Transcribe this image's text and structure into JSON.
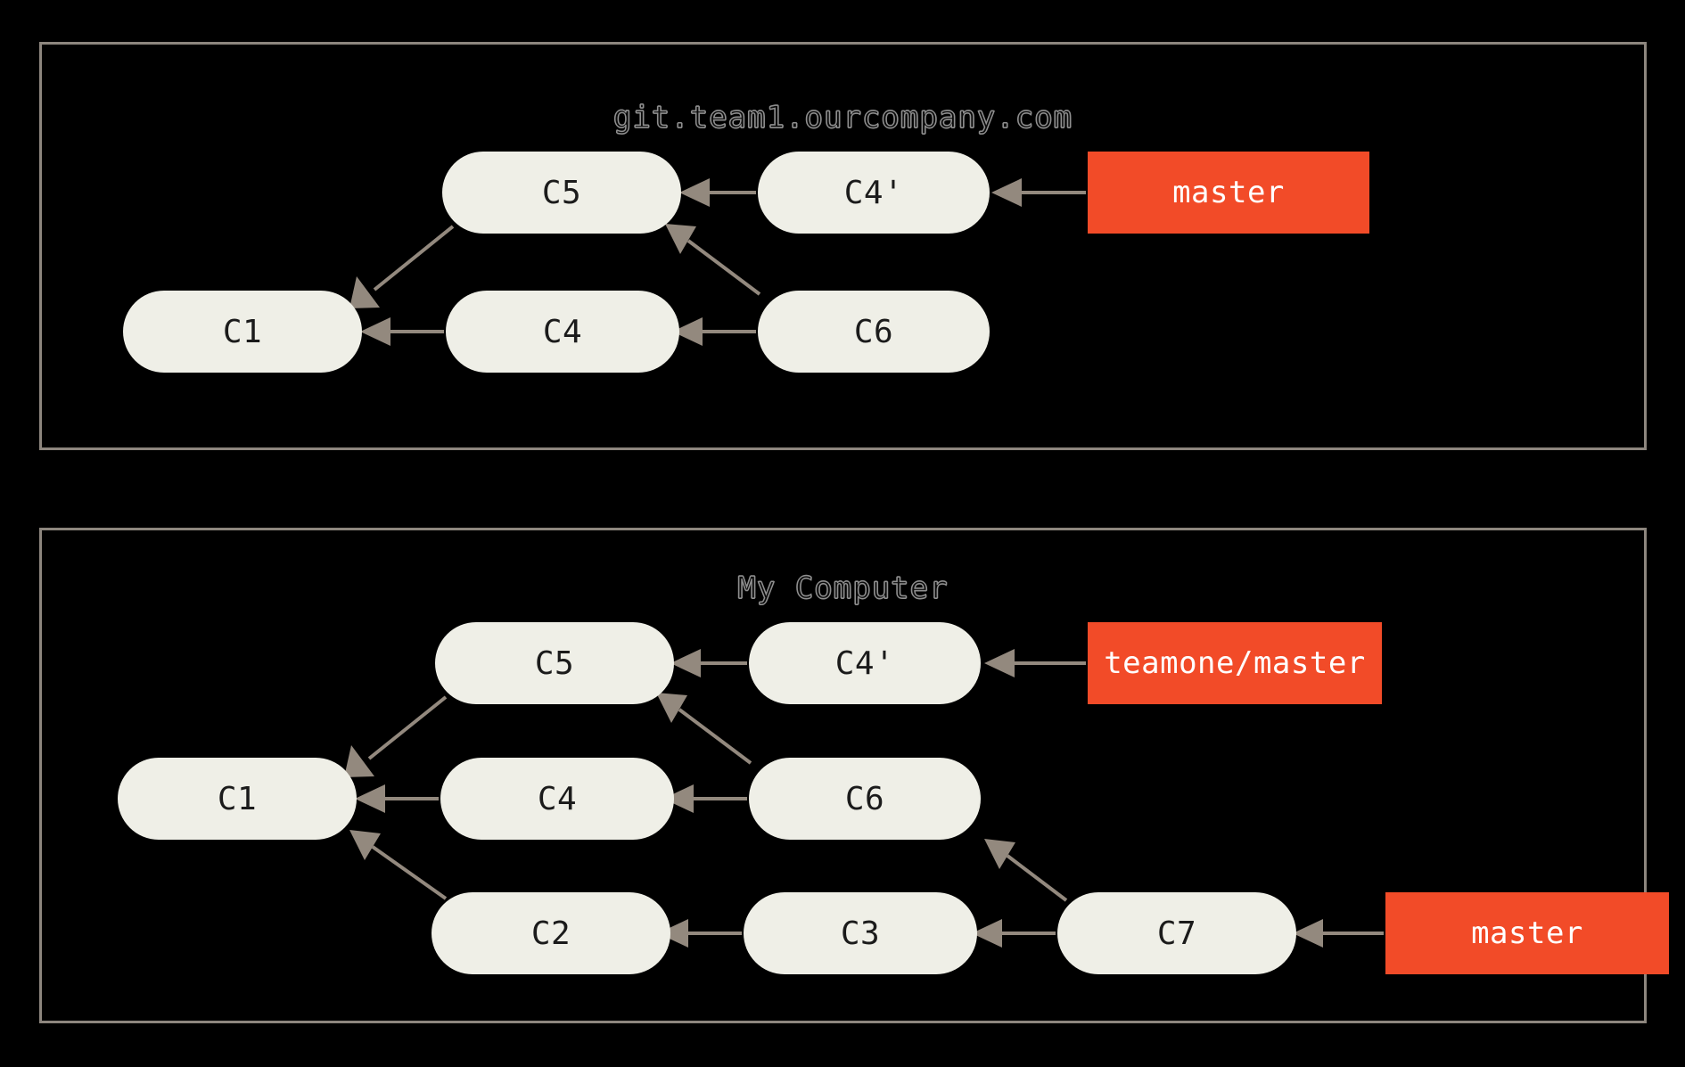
{
  "figure": {
    "kind": "git-history-diagram",
    "background_color": "#000000",
    "panel_border_color": "#8d867e",
    "commit_fill_color": "#efefe7",
    "commit_text_color": "#1b1b1b",
    "ref_label_color": "#f24b28",
    "ref_label_text_color": "#ffffff",
    "arrow_color": "#93897e"
  },
  "panels": [
    {
      "id": "remote",
      "title": "git.team1.ourcompany.com",
      "commits": [
        {
          "id": "c1",
          "label": "C1"
        },
        {
          "id": "c4",
          "label": "C4"
        },
        {
          "id": "c6",
          "label": "C6"
        },
        {
          "id": "c5",
          "label": "C5"
        },
        {
          "id": "c4p",
          "label": "C4'"
        }
      ],
      "refs": [
        {
          "id": "master",
          "label": "master",
          "points_to": "C4'"
        }
      ],
      "edges": [
        {
          "from": "C4",
          "to": "C1"
        },
        {
          "from": "C6",
          "to": "C4"
        },
        {
          "from": "C5",
          "to": "C1"
        },
        {
          "from": "C6",
          "to": "C5"
        },
        {
          "from": "C4'",
          "to": "C5"
        }
      ]
    },
    {
      "id": "local",
      "title": "My Computer",
      "commits": [
        {
          "id": "c1",
          "label": "C1"
        },
        {
          "id": "c4",
          "label": "C4"
        },
        {
          "id": "c6",
          "label": "C6"
        },
        {
          "id": "c5",
          "label": "C5"
        },
        {
          "id": "c4p",
          "label": "C4'"
        },
        {
          "id": "c2",
          "label": "C2"
        },
        {
          "id": "c3",
          "label": "C3"
        },
        {
          "id": "c7",
          "label": "C7"
        }
      ],
      "refs": [
        {
          "id": "teamone-master",
          "label": "teamone/master",
          "points_to": "C4'"
        },
        {
          "id": "master",
          "label": "master",
          "points_to": "C7"
        }
      ],
      "edges": [
        {
          "from": "C4",
          "to": "C1"
        },
        {
          "from": "C6",
          "to": "C4"
        },
        {
          "from": "C5",
          "to": "C1"
        },
        {
          "from": "C6",
          "to": "C5"
        },
        {
          "from": "C4'",
          "to": "C5"
        },
        {
          "from": "C2",
          "to": "C1"
        },
        {
          "from": "C3",
          "to": "C2"
        },
        {
          "from": "C7",
          "to": "C3"
        },
        {
          "from": "C7",
          "to": "C6"
        }
      ]
    }
  ]
}
